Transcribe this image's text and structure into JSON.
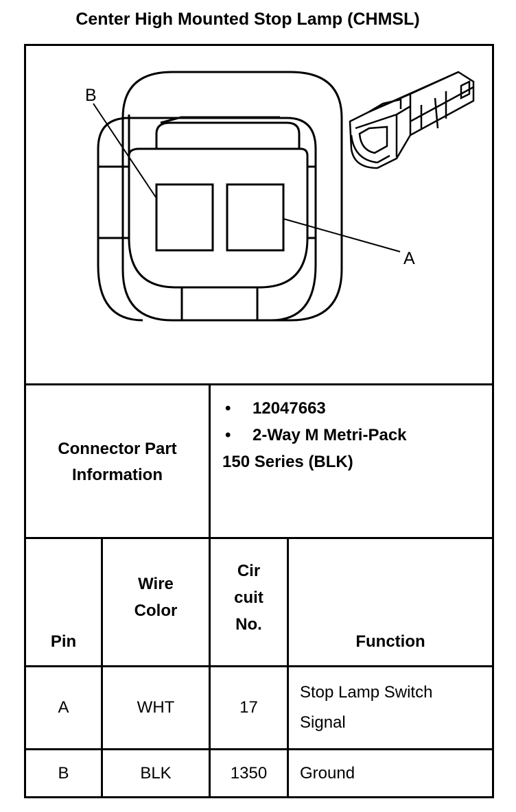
{
  "title": "Center High Mounted Stop Lamp (CHMSL)",
  "diagram": {
    "callout_b": "B",
    "callout_a": "A"
  },
  "connector": {
    "label": "Connector Part Information",
    "part_number": "12047663",
    "description_line1": "2-Way M Metri-Pack",
    "description_line2": "150 Series (BLK)"
  },
  "table": {
    "headers": {
      "pin": "Pin",
      "wire_color_line1": "Wire",
      "wire_color_line2": "Color",
      "circuit_line1": "Cir",
      "circuit_line2": "cuit",
      "circuit_line3": "No.",
      "function": "Function"
    },
    "rows": [
      {
        "pin": "A",
        "wire_color": "WHT",
        "circuit": "17",
        "function_line1": "Stop Lamp Switch",
        "function_line2": "Signal"
      },
      {
        "pin": "B",
        "wire_color": "BLK",
        "circuit": "1350",
        "function_line1": "Ground",
        "function_line2": ""
      }
    ]
  }
}
